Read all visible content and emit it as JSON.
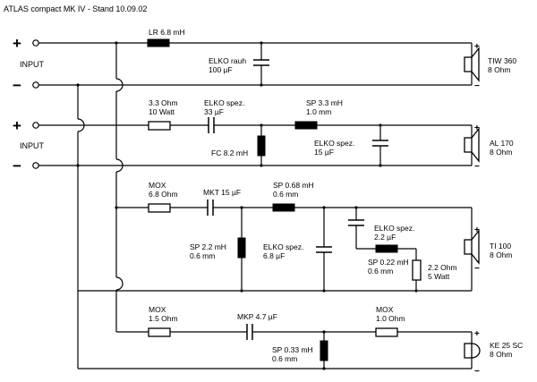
{
  "title": "ATLAS compact MK IV - Stand 10.09.02",
  "inputs": [
    {
      "label": "INPUT",
      "plus": "+",
      "minus": "−"
    },
    {
      "label": "INPUT",
      "plus": "+",
      "minus": "−"
    }
  ],
  "speaker_polarity": {
    "plus": "+",
    "minus": "−"
  },
  "blocks": [
    {
      "speaker": {
        "name": "TIW 360",
        "impedance": "8 Ohm"
      },
      "components": {
        "lr": "LR 6.8 mH",
        "elko_name": "ELKO rauh",
        "elko_value": "100 µF"
      }
    },
    {
      "speaker": {
        "name": "AL 170",
        "impedance": "8 Ohm"
      },
      "components": {
        "res_value": "3.3 Ohm",
        "res_power": "10 Watt",
        "elko1_name": "ELKO spez.",
        "elko1_value": "33 µF",
        "sp_name": "SP 3.3 mH",
        "sp_wire": "1.0 mm",
        "fc": "FC 8.2 mH",
        "elko2_name": "ELKO spez.",
        "elko2_value": "15 µF"
      }
    },
    {
      "speaker": {
        "name": "TI 100",
        "impedance": "8 Ohm"
      },
      "components": {
        "mox_name": "MOX",
        "mox_value": "6.8 Ohm",
        "mkt": "MKT 15 µF",
        "sp1_name": "SP 0.68 mH",
        "sp1_wire": "0.6 mm",
        "sp2_name": "SP 2.2 mH",
        "sp2_wire": "0.6 mm",
        "elko1_name": "ELKO spez.",
        "elko1_value": "6.8 µF",
        "elko2_name": "ELKO spez.",
        "elko2_value": "2.2 µF",
        "sp3_name": "SP 0.22 mH",
        "sp3_wire": "0.6 mm",
        "res_value": "2.2 Ohm",
        "res_power": "5 Watt"
      }
    },
    {
      "speaker": {
        "name": "KE 25 SC",
        "impedance": "8 Ohm"
      },
      "components": {
        "mox1_name": "MOX",
        "mox1_value": "1.5 Ohm",
        "mkp": "MKP 4.7 µF",
        "mox2_name": "MOX",
        "mox2_value": "1.0 Ohm",
        "sp_name": "SP 0.33 mH",
        "sp_wire": "0.6 mm"
      }
    }
  ]
}
